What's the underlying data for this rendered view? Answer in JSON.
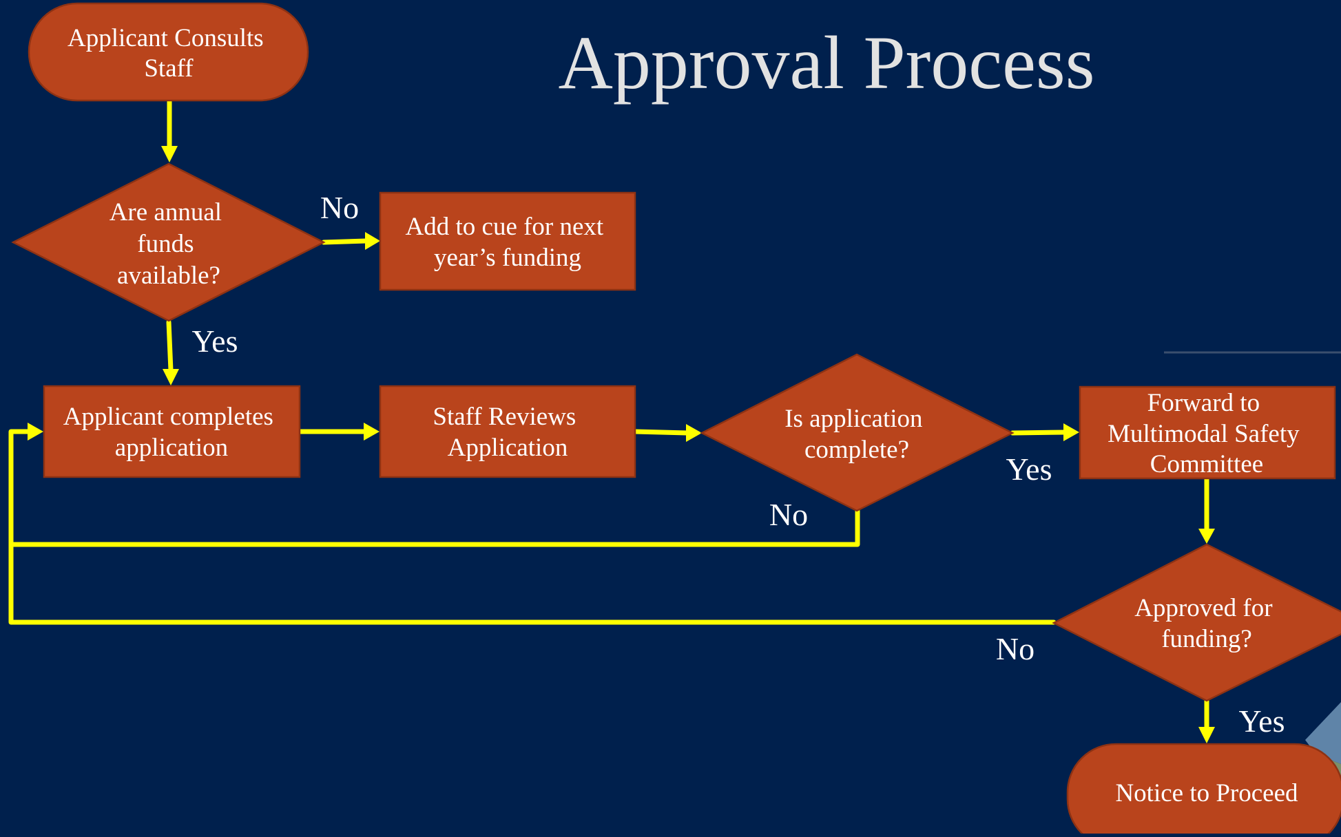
{
  "slide": {
    "title": "Approval Process"
  },
  "nodes": {
    "consult": [
      "Applicant Consults",
      "Staff"
    ],
    "funds_decision": [
      "Are annual",
      "funds",
      "available?"
    ],
    "queue": [
      "Add to cue for next",
      "year’s funding"
    ],
    "complete_app": [
      "Applicant completes",
      "application"
    ],
    "staff_review": [
      "Staff Reviews",
      "Application"
    ],
    "complete_decision": [
      "Is application",
      "complete?"
    ],
    "forward": [
      "Forward to",
      "Multimodal Safety",
      "Committee"
    ],
    "approved_decision": [
      "Approved for",
      "funding?"
    ],
    "notice": [
      "Notice to Proceed"
    ]
  },
  "edge_labels": {
    "funds_no": "No",
    "funds_yes": "Yes",
    "complete_yes": "Yes",
    "complete_no": "No",
    "approved_no": "No",
    "approved_yes": "Yes"
  },
  "colors": {
    "background": "#00204d",
    "node_fill": "#b9441c",
    "node_stroke": "#8e3213",
    "arrow": "#ffff00",
    "title": "#e2e2e2",
    "text": "#ffffff"
  }
}
